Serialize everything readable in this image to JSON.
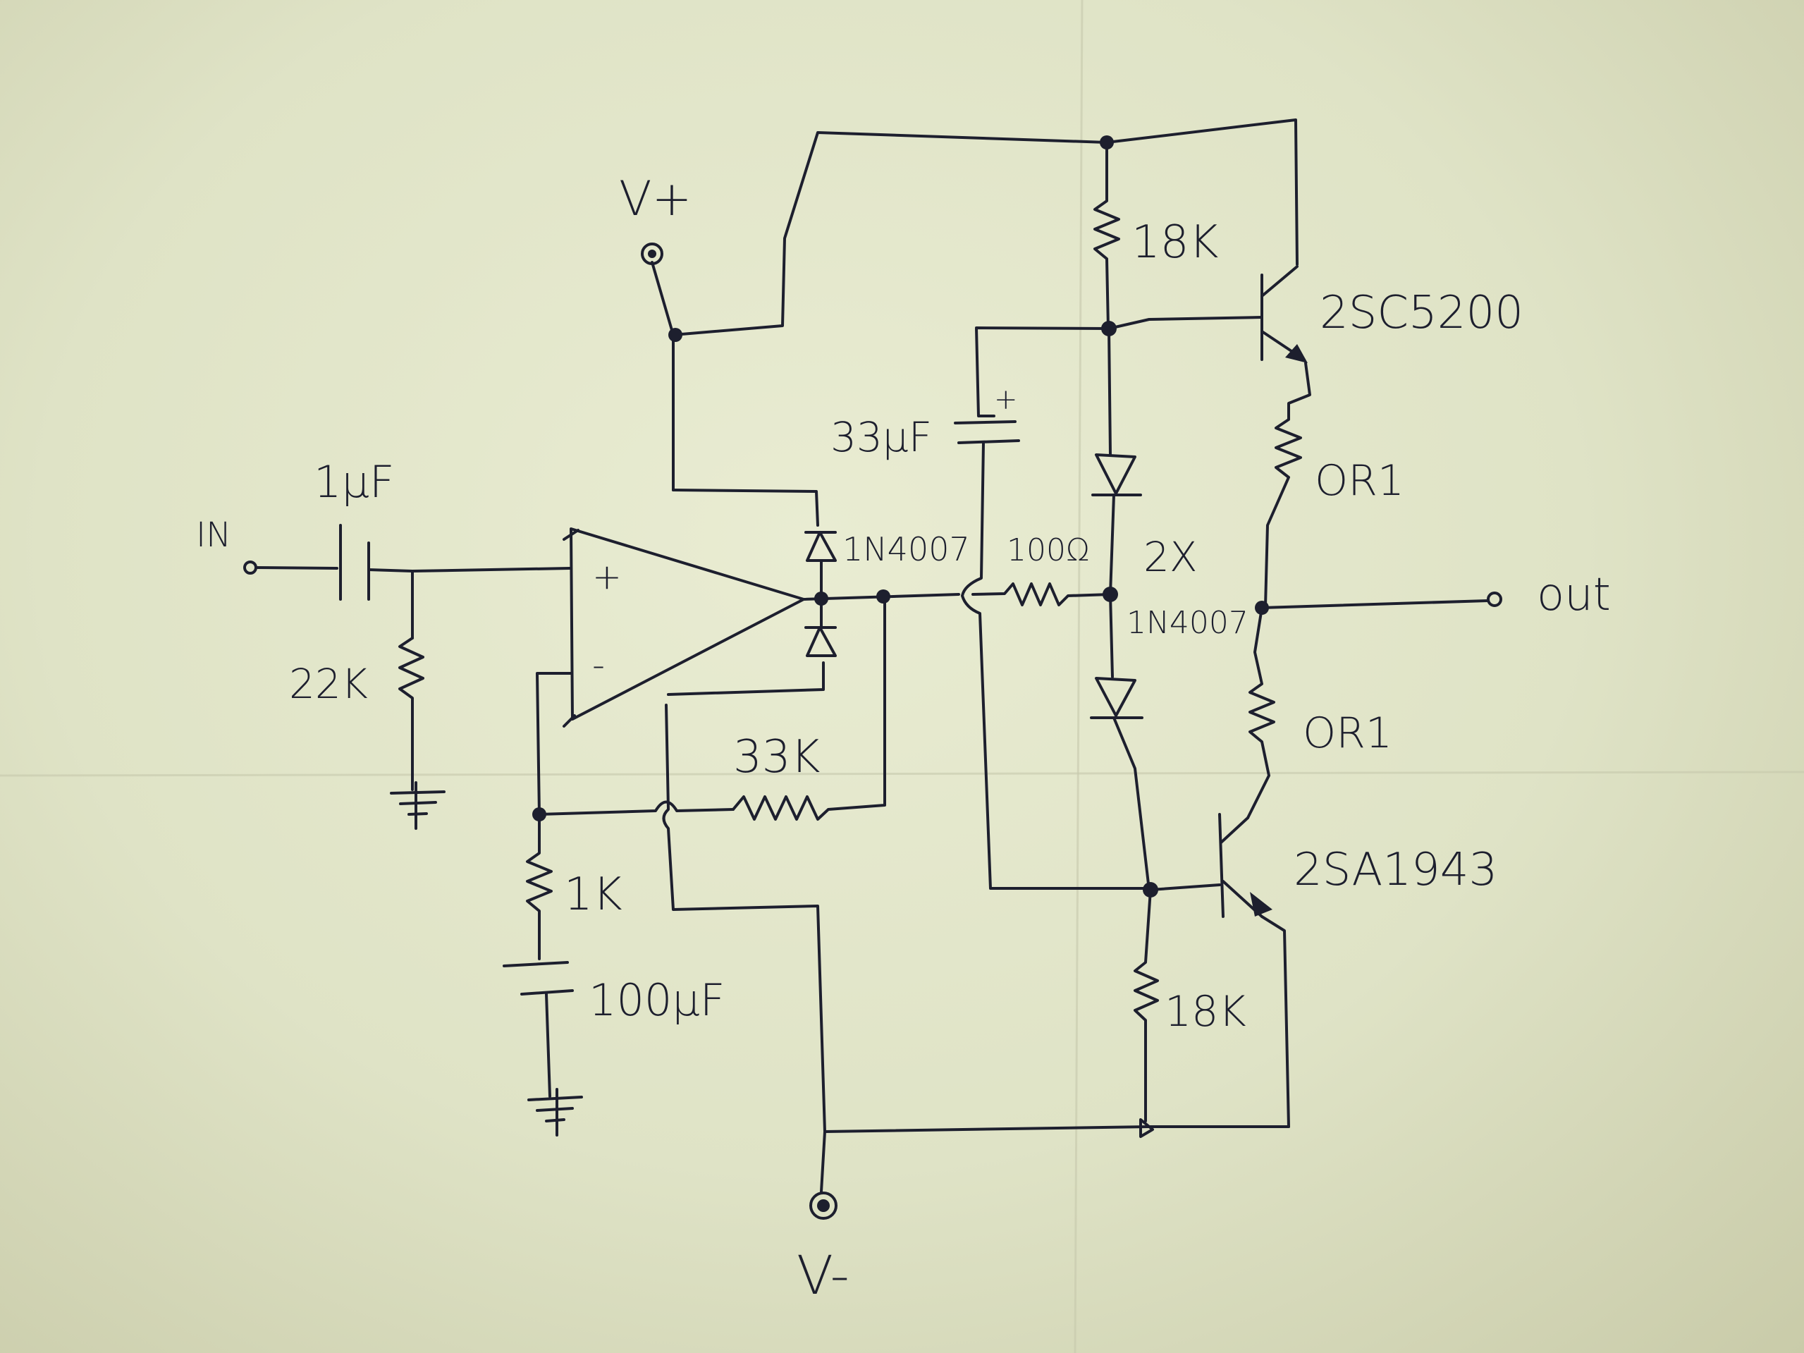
{
  "labels": {
    "vplus": "V+",
    "vminus": "V-",
    "input": "IN",
    "output": "out",
    "c_in": "1µF",
    "r_in": "22K",
    "r_fb": "33K",
    "r_gnd": "1K",
    "c_gnd": "100µF",
    "c_boot": "33µF",
    "r_series": "100Ω",
    "diodes_count": "2X",
    "diodes_part": "1N4007",
    "clamp_diode": "1N4007",
    "r_top_bias": "18K",
    "r_bot_bias": "18K",
    "q_npn": "2SC5200",
    "q_pnp": "2SA1943",
    "r_emit_top": "OR1",
    "r_emit_bot": "OR1",
    "opamp_plus": "+",
    "opamp_minus": "-",
    "cap_plus": "+"
  }
}
